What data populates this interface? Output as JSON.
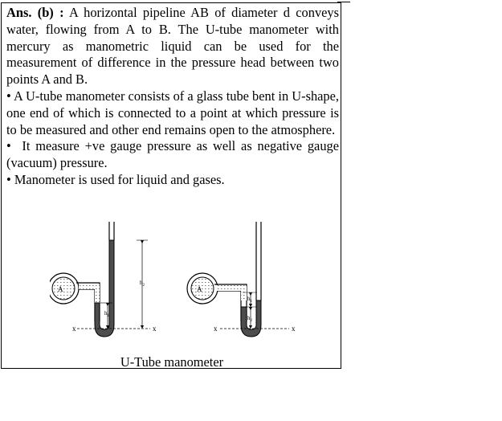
{
  "answer": {
    "prefix": "Ans. (b) :",
    "para1": "A horizontal pipeline AB of diameter d conveys water, flowing from A to B. The U-tube manometer with mercury as manometric liquid can be used for the measurement of difference in the pressure head between two points A and B.",
    "bullets": [
      "A U-tube manometer consists of a glass tube bent in U-shape, one end of which is connected to a point at which pressure is to be measured and other end remains open to the atmosphere.",
      "It measure +ve gauge pressure as well as negative gauge (vacuum) pressure.",
      "Manometer is used for liquid and gases."
    ],
    "bullet_symbol": "•"
  },
  "figure": {
    "caption": "U-Tube manometer",
    "left": {
      "pipe_label": "A",
      "h1": "h",
      "h1_sub": "1",
      "h2": "h",
      "h2_sub": "2",
      "datum_left": "x",
      "datum_right": "x"
    },
    "right": {
      "pipe_label": "A",
      "h1": "h",
      "h1_sub": "1",
      "h2": "h",
      "h2_sub": "2",
      "datum_left": "x",
      "datum_right": "x"
    }
  },
  "colors": {
    "mercury": "#4d4d4d",
    "water": "#e8e8e8",
    "border": "#000000"
  }
}
